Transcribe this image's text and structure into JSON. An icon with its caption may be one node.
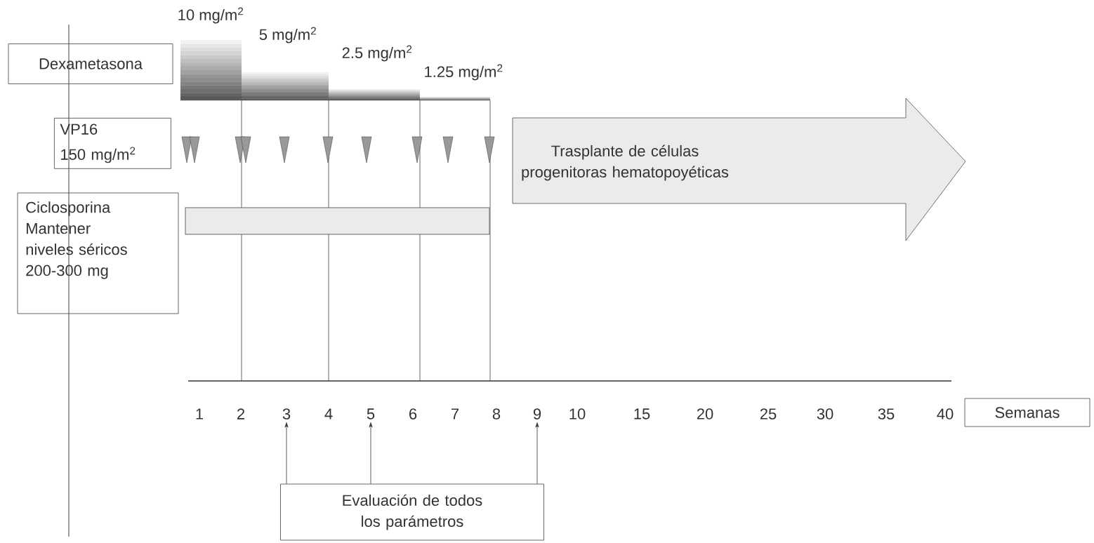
{
  "diagram": {
    "nodes": [
      {
        "text": [
          "Dexametasona"
        ]
      },
      {
        "text": [
          "VP16",
          "150 mg/m$^{2}$"
        ]
      },
      {
        "text": [
          "Ciclosporina",
          "Mantener niveles séricos 200-300 mg"
        ]
      },
      {
        "text": [
          "Trasplante de células progenitoras hematopoyéticas"
        ]
      },
      {
        "text": [
          "Semanas"
        ]
      },
      {
        "text": [
          "Evaluación de todos los parámetros"
        ]
      },
      {
        "text": [
          "3"
        ]
      },
      {
        "text": [
          "5"
        ]
      },
      {
        "text": [
          "9"
        ]
      },
      {
        "text": [],
        "shape": "bar"
      }
    ],
    "edges": [
      {
        "from": 5,
        "to": 6,
        "arrow": "to"
      },
      {
        "from": 5,
        "to": 7,
        "arrow": "to"
      },
      {
        "from": 5,
        "to": 8,
        "arrow": "to"
      }
    ],
    "labels": [
      "10 mg/m$^{2}$",
      "5 mg/m$^{2}$",
      "2.5 mg/m$^{2}$",
      "1.25 mg/m$^{2}$",
      "1",
      "2",
      "4",
      "6",
      "7",
      "8",
      "10",
      "15",
      "20",
      "25",
      "30",
      "35",
      "40"
    ]
  }
}
